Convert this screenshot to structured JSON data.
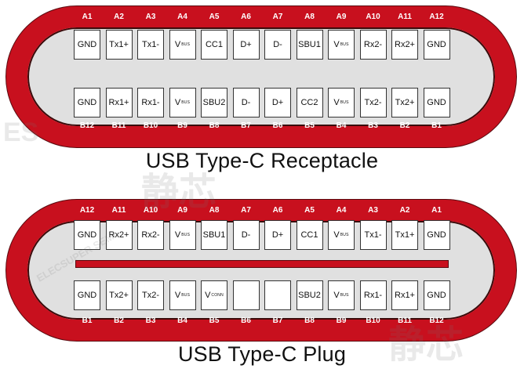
{
  "receptacle": {
    "caption": "USB Type-C Receptacle",
    "top_labels": [
      "A1",
      "A2",
      "A3",
      "A4",
      "A5",
      "A6",
      "A7",
      "A8",
      "A9",
      "A10",
      "A11",
      "A12"
    ],
    "top_pins": [
      {
        "main": "GND",
        "sub": ""
      },
      {
        "main": "Tx1+",
        "sub": ""
      },
      {
        "main": "Tx1-",
        "sub": ""
      },
      {
        "main": "V",
        "sub": "BUS"
      },
      {
        "main": "CC1",
        "sub": ""
      },
      {
        "main": "D+",
        "sub": ""
      },
      {
        "main": "D-",
        "sub": ""
      },
      {
        "main": "SBU1",
        "sub": ""
      },
      {
        "main": "V",
        "sub": "BUS"
      },
      {
        "main": "Rx2-",
        "sub": ""
      },
      {
        "main": "Rx2+",
        "sub": ""
      },
      {
        "main": "GND",
        "sub": ""
      }
    ],
    "bottom_pins": [
      {
        "main": "GND",
        "sub": ""
      },
      {
        "main": "Rx1+",
        "sub": ""
      },
      {
        "main": "Rx1-",
        "sub": ""
      },
      {
        "main": "V",
        "sub": "BUS"
      },
      {
        "main": "SBU2",
        "sub": ""
      },
      {
        "main": "D-",
        "sub": ""
      },
      {
        "main": "D+",
        "sub": ""
      },
      {
        "main": "CC2",
        "sub": ""
      },
      {
        "main": "V",
        "sub": "BUS"
      },
      {
        "main": "Tx2-",
        "sub": ""
      },
      {
        "main": "Tx2+",
        "sub": ""
      },
      {
        "main": "GND",
        "sub": ""
      }
    ],
    "bottom_labels": [
      "B12",
      "B11",
      "B10",
      "B9",
      "B8",
      "B7",
      "B6",
      "B5",
      "B4",
      "B3",
      "B2",
      "B1"
    ]
  },
  "plug": {
    "caption": "USB Type-C Plug",
    "top_labels": [
      "A12",
      "A11",
      "A10",
      "A9",
      "A8",
      "A7",
      "A6",
      "A5",
      "A4",
      "A3",
      "A2",
      "A1"
    ],
    "top_pins": [
      {
        "main": "GND",
        "sub": ""
      },
      {
        "main": "Rx2+",
        "sub": ""
      },
      {
        "main": "Rx2-",
        "sub": ""
      },
      {
        "main": "V",
        "sub": "BUS"
      },
      {
        "main": "SBU1",
        "sub": ""
      },
      {
        "main": "D-",
        "sub": ""
      },
      {
        "main": "D+",
        "sub": ""
      },
      {
        "main": "CC1",
        "sub": ""
      },
      {
        "main": "V",
        "sub": "BUS"
      },
      {
        "main": "Tx1-",
        "sub": ""
      },
      {
        "main": "Tx1+",
        "sub": ""
      },
      {
        "main": "GND",
        "sub": ""
      }
    ],
    "bottom_pins": [
      {
        "main": "GND",
        "sub": ""
      },
      {
        "main": "Tx2+",
        "sub": ""
      },
      {
        "main": "Tx2-",
        "sub": ""
      },
      {
        "main": "V",
        "sub": "BUS"
      },
      {
        "main": "V",
        "sub": "CONN"
      },
      {
        "main": "",
        "sub": ""
      },
      {
        "main": "",
        "sub": ""
      },
      {
        "main": "SBU2",
        "sub": ""
      },
      {
        "main": "V",
        "sub": "BUS"
      },
      {
        "main": "Rx1-",
        "sub": ""
      },
      {
        "main": "Rx1+",
        "sub": ""
      },
      {
        "main": "GND",
        "sub": ""
      }
    ],
    "bottom_labels": [
      "B1",
      "B2",
      "B3",
      "B4",
      "B5",
      "B6",
      "B7",
      "B8",
      "B9",
      "B10",
      "B11",
      "B12"
    ]
  },
  "watermark": {
    "logo": "ES",
    "chinese": "静芯",
    "brand": "ELECSUPER SEMI"
  },
  "colors": {
    "shell_red": "#c8101e",
    "cavity_gray": "#e0e0e0",
    "pin_white": "#ffffff"
  }
}
